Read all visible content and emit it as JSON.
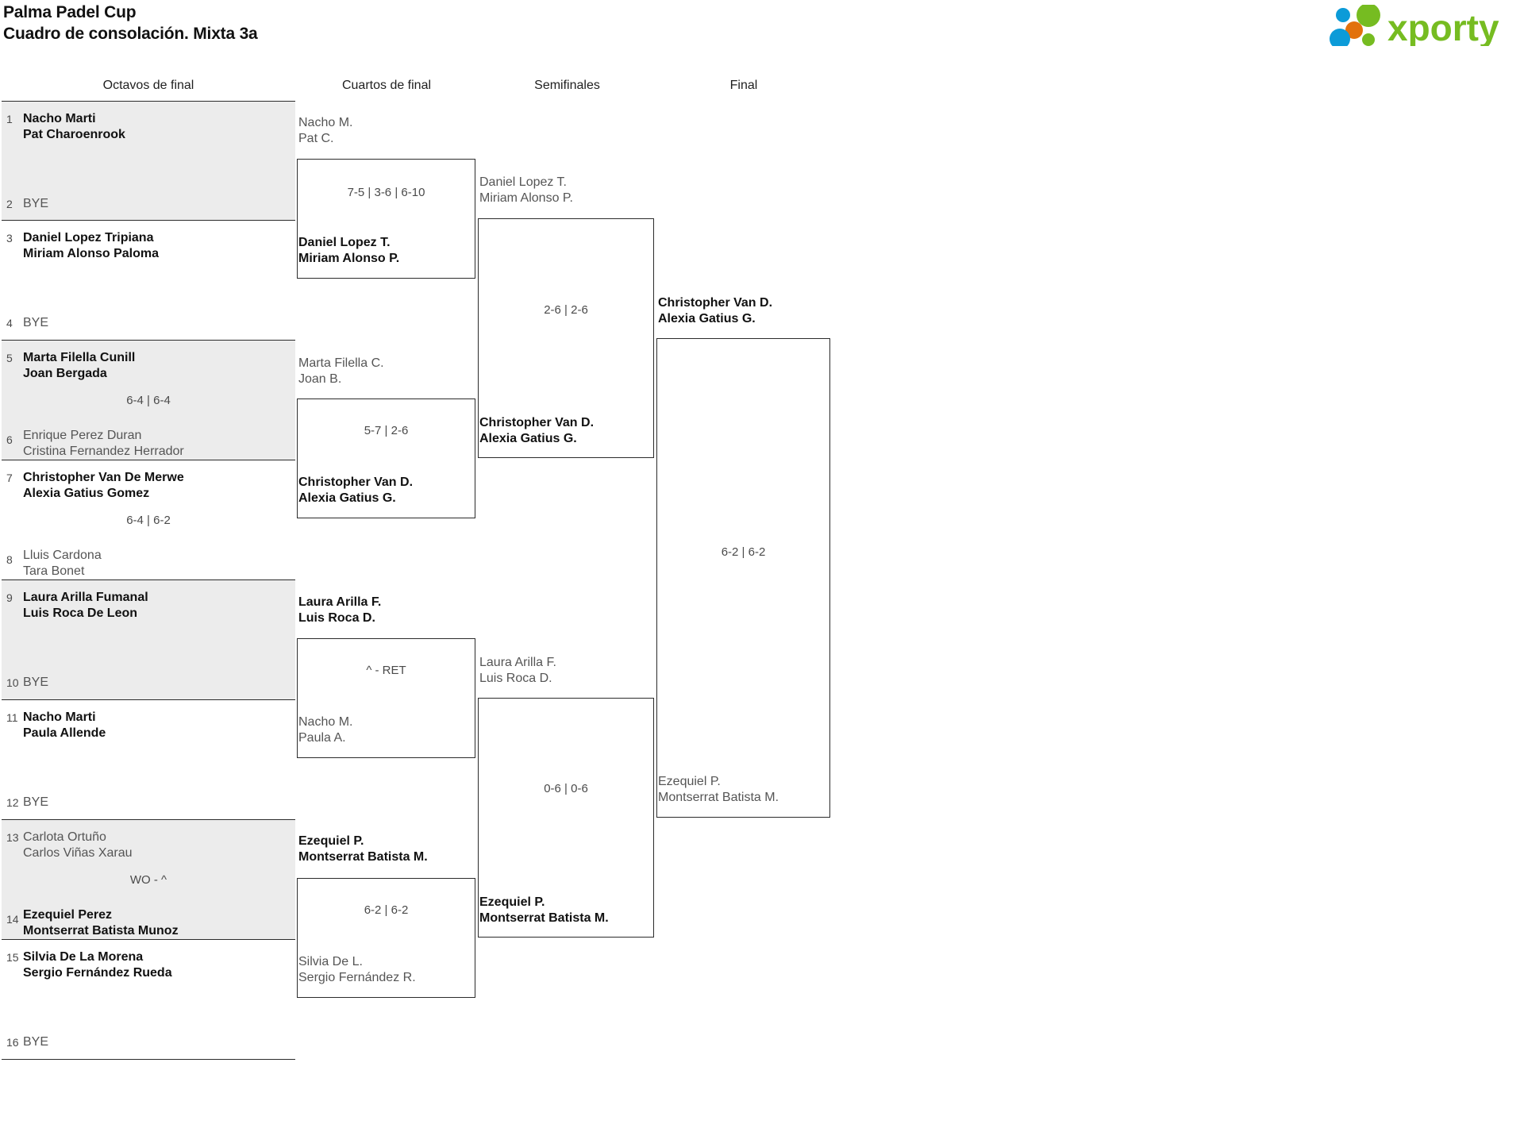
{
  "header": {
    "title_line1": "Palma Padel Cup",
    "title_line2": "Cuadro de consolación. Mixta 3a",
    "logo_text": "xporty",
    "logo_colors": {
      "green": "#76bc21",
      "blue": "#0c9bd8",
      "orange": "#e2710c"
    }
  },
  "rounds": [
    {
      "label": "Octavos de final"
    },
    {
      "label": "Cuartos de final"
    },
    {
      "label": "Semifinales"
    },
    {
      "label": "Final"
    }
  ],
  "round1": [
    {
      "top": {
        "seed": "1",
        "p1": "Nacho Marti",
        "p2": "Pat Charoenrook",
        "status": "win"
      },
      "bottom": {
        "seed": "2",
        "bye": "BYE"
      },
      "score": ""
    },
    {
      "top": {
        "seed": "3",
        "p1": "Daniel Lopez Tripiana",
        "p2": "Miriam Alonso Paloma",
        "status": "win"
      },
      "bottom": {
        "seed": "4",
        "bye": "BYE"
      },
      "score": ""
    },
    {
      "top": {
        "seed": "5",
        "p1": "Marta Filella Cunill",
        "p2": "Joan Bergada",
        "status": "win"
      },
      "bottom": {
        "seed": "6",
        "p1": "Enrique Perez Duran",
        "p2": "Cristina Fernandez Herrador",
        "status": "lose"
      },
      "score": "6-4 | 6-4"
    },
    {
      "top": {
        "seed": "7",
        "p1": "Christopher Van De Merwe",
        "p2": "Alexia Gatius Gomez",
        "status": "win"
      },
      "bottom": {
        "seed": "8",
        "p1": "Lluis Cardona",
        "p2": "Tara Bonet",
        "status": "lose"
      },
      "score": "6-4 | 6-2"
    },
    {
      "top": {
        "seed": "9",
        "p1": "Laura Arilla Fumanal",
        "p2": "Luis Roca De Leon",
        "status": "win"
      },
      "bottom": {
        "seed": "10",
        "bye": "BYE"
      },
      "score": ""
    },
    {
      "top": {
        "seed": "11",
        "p1": "Nacho Marti",
        "p2": "Paula Allende",
        "status": "win"
      },
      "bottom": {
        "seed": "12",
        "bye": "BYE"
      },
      "score": ""
    },
    {
      "top": {
        "seed": "13",
        "p1": "Carlota Ortuño",
        "p2": "Carlos Viñas Xarau",
        "status": "lose"
      },
      "bottom": {
        "seed": "14",
        "p1": "Ezequiel Perez",
        "p2": "Montserrat Batista Munoz",
        "status": "win"
      },
      "score": "WO - ^"
    },
    {
      "top": {
        "seed": "15",
        "p1": "Silvia De La Morena",
        "p2": "Sergio Fernández Rueda",
        "status": "win"
      },
      "bottom": {
        "seed": "16",
        "bye": "BYE"
      },
      "score": ""
    }
  ],
  "round2": [
    {
      "top": {
        "p1": "Nacho M.",
        "p2": "Pat C.",
        "status": "lose"
      },
      "bottom": {
        "p1": "Daniel Lopez T.",
        "p2": "Miriam Alonso P.",
        "status": "win"
      },
      "score": "7-5 | 3-6 | 6-10"
    },
    {
      "top": {
        "p1": "Marta Filella C.",
        "p2": "Joan B.",
        "status": "lose"
      },
      "bottom": {
        "p1": "Christopher Van D.",
        "p2": "Alexia Gatius G.",
        "status": "win"
      },
      "score": "5-7 | 2-6"
    },
    {
      "top": {
        "p1": "Laura Arilla F.",
        "p2": "Luis Roca D.",
        "status": "win"
      },
      "bottom": {
        "p1": "Nacho M.",
        "p2": "Paula A.",
        "status": "lose"
      },
      "score": "^ - RET"
    },
    {
      "top": {
        "p1": "Ezequiel P.",
        "p2": "Montserrat Batista M.",
        "status": "win"
      },
      "bottom": {
        "p1": "Silvia De L.",
        "p2": "Sergio Fernández R.",
        "status": "lose"
      },
      "score": "6-2 | 6-2"
    }
  ],
  "round3": [
    {
      "top": {
        "p1": "Daniel Lopez T.",
        "p2": "Miriam Alonso P.",
        "status": "lose"
      },
      "bottom": {
        "p1": "Christopher Van D.",
        "p2": "Alexia Gatius G.",
        "status": "win"
      },
      "score": "2-6 | 2-6"
    },
    {
      "top": {
        "p1": "Laura Arilla F.",
        "p2": "Luis Roca D.",
        "status": "lose"
      },
      "bottom": {
        "p1": "Ezequiel P.",
        "p2": "Montserrat Batista M.",
        "status": "win"
      },
      "score": "0-6 | 0-6"
    }
  ],
  "round4": [
    {
      "top": {
        "p1": "Christopher Van D.",
        "p2": "Alexia Gatius G.",
        "status": "win"
      },
      "bottom": {
        "p1": "Ezequiel P.",
        "p2": "Montserrat Batista M.",
        "status": "lose"
      },
      "score": "6-2 | 6-2"
    }
  ]
}
